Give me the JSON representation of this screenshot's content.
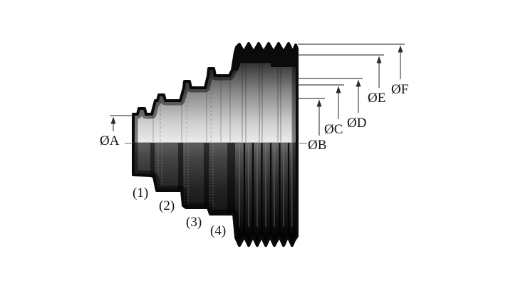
{
  "figure": {
    "subject": "stepped multi-diameter barb fitting, side cross-section with diameter callouts",
    "background": "#ffffff",
    "diameter_labels": {
      "a": "ØA",
      "b": "ØB",
      "c": "ØC",
      "d": "ØD",
      "e": "ØE",
      "f": "ØF"
    },
    "step_labels": {
      "s1": "(1)",
      "s2": "(2)",
      "s3": "(3)",
      "s4": "(4)"
    },
    "colors": {
      "outline": "#0a0a0a",
      "dimension_line": "#474747",
      "label_text": "#141414"
    }
  }
}
